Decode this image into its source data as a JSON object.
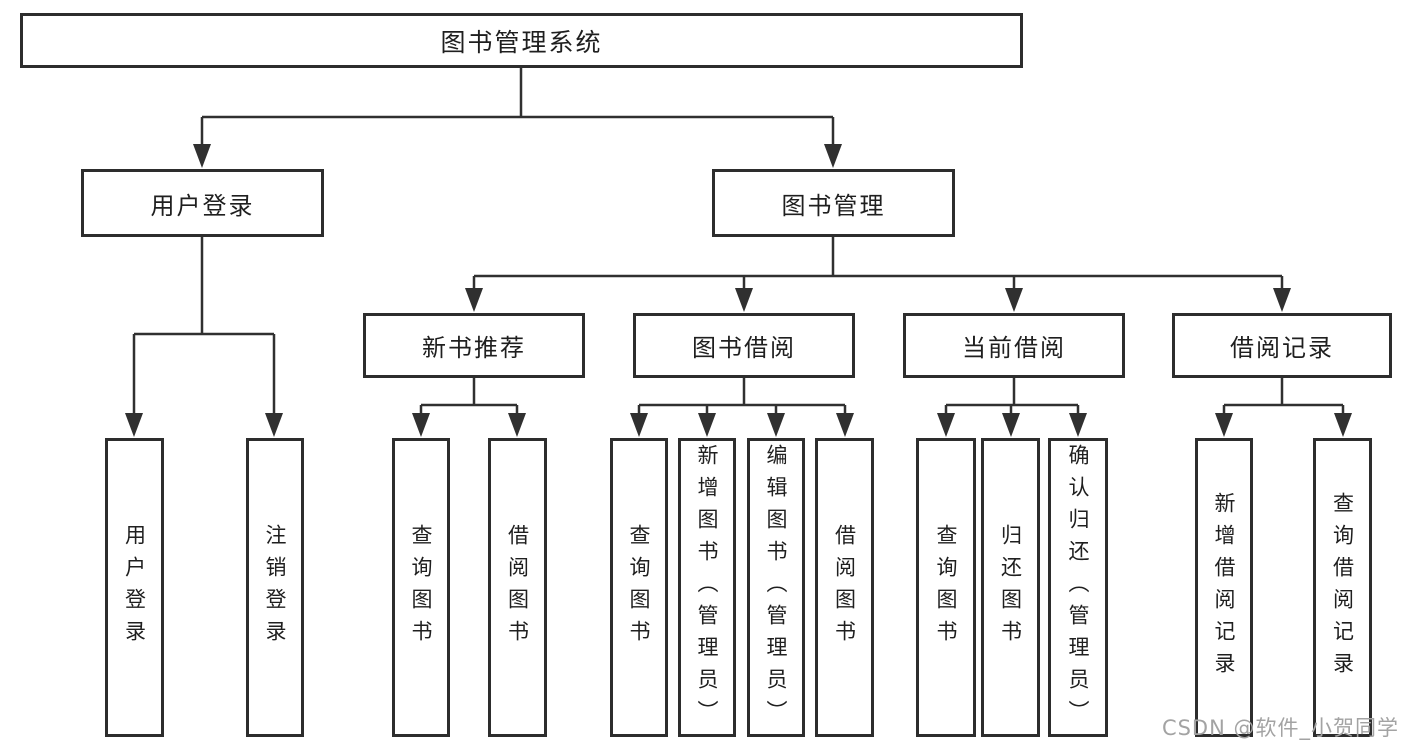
{
  "diagram": {
    "type": "hierarchy",
    "nodes": {
      "root": {
        "label": "图书管理系统"
      },
      "level2": {
        "user_login": {
          "label": "用户登录"
        },
        "book_management": {
          "label": "图书管理"
        }
      },
      "level3": [
        {
          "label": "新书推荐",
          "parent": "图书管理"
        },
        {
          "label": "图书借阅",
          "parent": "图书管理"
        },
        {
          "label": "当前借阅",
          "parent": "图书管理"
        },
        {
          "label": "借阅记录",
          "parent": "图书管理"
        }
      ],
      "leaves": [
        {
          "label": "用户登录",
          "parent": "用户登录"
        },
        {
          "label": "注销登录",
          "parent": "用户登录"
        },
        {
          "label": "查询图书",
          "parent": "新书推荐"
        },
        {
          "label": "借阅图书",
          "parent": "新书推荐"
        },
        {
          "label": "查询图书",
          "parent": "图书借阅"
        },
        {
          "label": "新增图书（管理员）",
          "parent": "图书借阅"
        },
        {
          "label": "编辑图书（管理员）",
          "parent": "图书借阅"
        },
        {
          "label": "借阅图书",
          "parent": "图书借阅"
        },
        {
          "label": "查询图书",
          "parent": "当前借阅"
        },
        {
          "label": "归还图书",
          "parent": "当前借阅"
        },
        {
          "label": "确认归还（管理员）",
          "parent": "当前借阅"
        },
        {
          "label": "新增借阅记录",
          "parent": "借阅记录"
        },
        {
          "label": "查询借阅记录",
          "parent": "借阅记录"
        }
      ]
    },
    "colors": {
      "line": "#303030",
      "box_border": "#2d2d2d",
      "text": "#1f1f1f",
      "background": "#ffffff",
      "watermark": "#a3a3a3"
    }
  },
  "watermark": {
    "text": "CSDN @软件_小贺同学"
  }
}
